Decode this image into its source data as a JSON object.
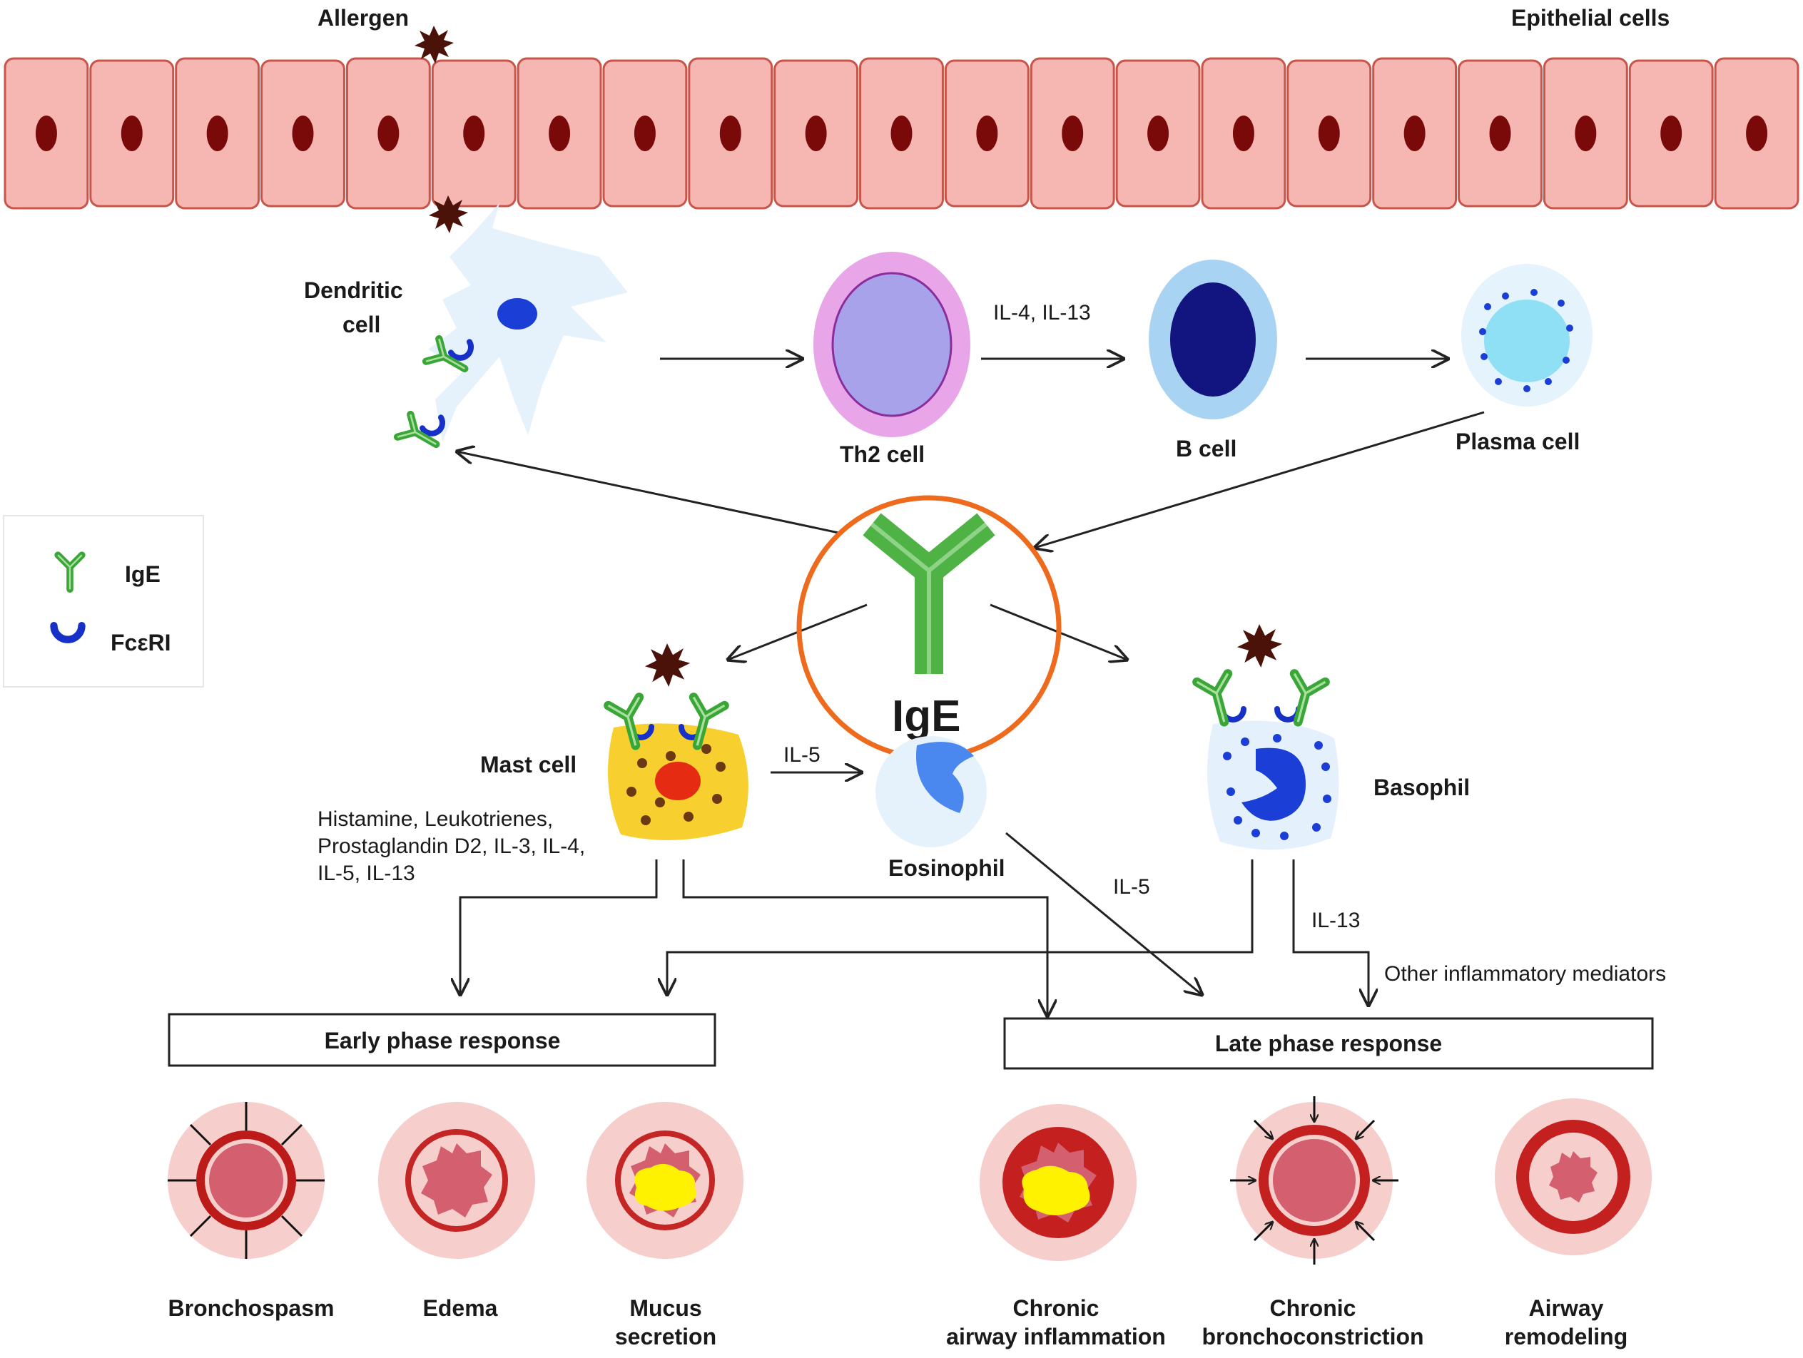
{
  "labels": {
    "allergen": "Allergen",
    "epithelial_cells": "Epithelial cells",
    "dendritic_cell_1": "Dendritic",
    "dendritic_cell_2": "cell",
    "th2_cell": "Th2 cell",
    "b_cell": "B cell",
    "plasma_cell": "Plasma cell",
    "il4_il13": "IL-4, IL-13",
    "ige_center": "IgE",
    "mast_cell": "Mast cell",
    "eosinophil": "Eosinophil",
    "basophil": "Basophil",
    "il5_top": "IL-5",
    "il5_mid": "IL-5",
    "il13": "IL-13",
    "mediators_1": "Histamine, Leukotrienes,",
    "mediators_2": "Prostaglandin D2, IL-3, IL-4,",
    "mediators_3": "IL-5, IL-13",
    "other_mediators": "Other inflammatory mediators",
    "early_phase": "Early phase response",
    "late_phase": "Late phase response"
  },
  "legend": {
    "ige": "IgE",
    "fcer": "FcεRI"
  },
  "outcomes": {
    "bronchospasm": "Bronchospasm",
    "edema": "Edema",
    "mucus_1": "Mucus",
    "mucus_2": "secretion",
    "chronic_infl_1": "Chronic",
    "chronic_infl_2": "airway inflammation",
    "chronic_bc_1": "Chronic",
    "chronic_bc_2": "bronchoconstriction",
    "remodel_1": "Airway",
    "remodel_2": "remodeling"
  },
  "colors": {
    "epithelium_fill": "#f6b7b2",
    "epithelium_stroke": "#c9544a",
    "nucleus": "#7a0a0a",
    "highlight_circle": "#ee6a1c",
    "ige_green": "#3aa637",
    "fcer_blue": "#1630c8"
  }
}
